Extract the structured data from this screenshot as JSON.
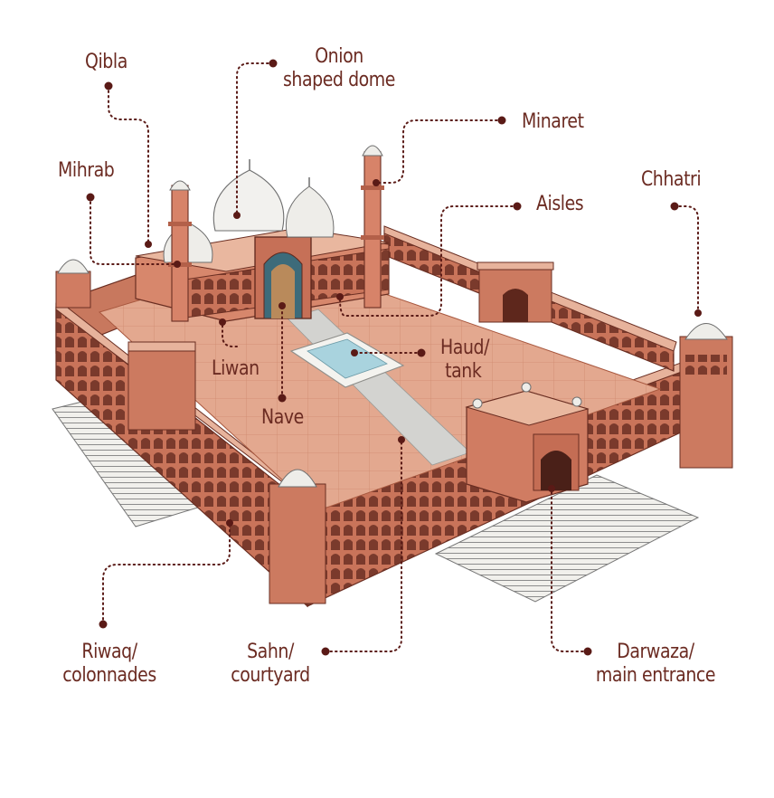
{
  "labels": {
    "qibla": "Qibla",
    "onion_dome_1": "Onion",
    "onion_dome_2": "shaped dome",
    "minaret": "Minaret",
    "mihrab": "Mihrab",
    "chhatri": "Chhatri",
    "aisles": "Aisles",
    "liwan": "Liwan",
    "haud_1": "Haud/",
    "haud_2": "tank",
    "nave": "Nave",
    "riwaq_1": "Riwaq/",
    "riwaq_2": "colonnades",
    "sahn_1": "Sahn/",
    "sahn_2": "courtyard",
    "darwaza_1": "Darwaza/",
    "darwaza_2": "main entrance"
  },
  "colors": {
    "label_text": "#6b2b22",
    "leader_dot": "#5a1a16",
    "sandstone": "#d98f72",
    "sandstone_dark": "#b0614a",
    "courtyard": "#e4ab92",
    "marble": "#eceae2",
    "water": "#a9d3de"
  }
}
